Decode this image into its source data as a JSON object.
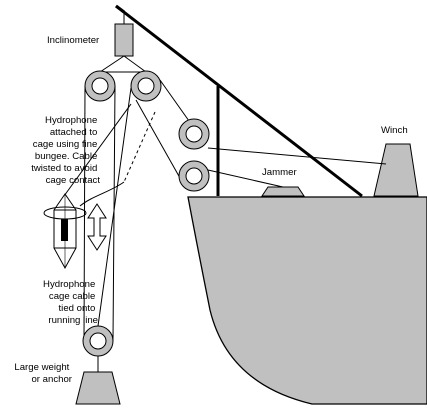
{
  "labels": {
    "inclinometer": "Inclinometer",
    "hydrophone_note": [
      "Hydrophone",
      "attached to",
      "cage using fine",
      "bungee. Cable",
      "twisted to avoid",
      "cage contact"
    ],
    "cage_cable_note": [
      "Hydrophone",
      "cage cable",
      "tied onto",
      "running line"
    ],
    "weight_note": [
      "Large weight",
      "or anchor"
    ],
    "jammer": "Jammer",
    "winch": "Winch"
  },
  "colors": {
    "line": "#000000",
    "hull_fill": "#c0c0c0",
    "component_fill": "#c0c0c0",
    "background": "#ffffff"
  }
}
